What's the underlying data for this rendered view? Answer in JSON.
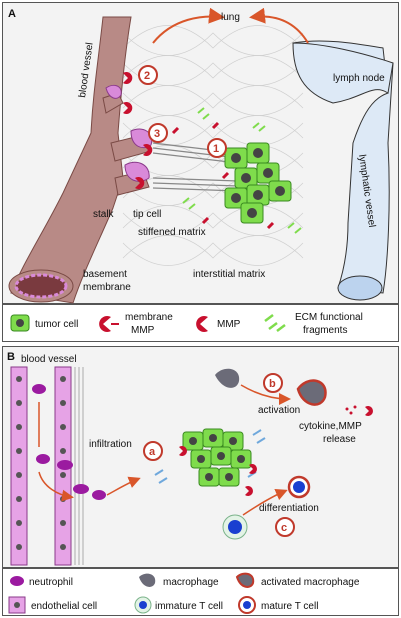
{
  "panelA": {
    "panel_letter": "A",
    "labels": {
      "lung": "lung",
      "blood_vessel": "blood vessel",
      "lymph_node": "lymph node",
      "lymphatic_vessel": "lymphatic vessel",
      "stalk": "stalk",
      "tip_cell": "tip cell",
      "stiffened_matrix": "stiffened matrix",
      "interstitial_matrix": "interstitial matrix",
      "basement_membrane_1": "basement",
      "basement_membrane_2": "membrane"
    },
    "steps": [
      "1",
      "2",
      "3"
    ]
  },
  "legendA": {
    "tumor_cell": "tumor cell",
    "membrane_mmp_1": "membrane",
    "membrane_mmp_2": "MMP",
    "mmp": "MMP",
    "ecm_1": "ECM functional",
    "ecm_2": "fragments"
  },
  "panelB": {
    "panel_letter": "B",
    "labels": {
      "blood_vessel": "blood vessel",
      "infiltration": "infiltration",
      "activation": "activation",
      "cytokine_1": "cytokine,MMP",
      "cytokine_2": "release",
      "differentiation": "differentiation"
    },
    "steps": [
      "a",
      "b",
      "c"
    ]
  },
  "legendB": {
    "neutrophil": "neutrophil",
    "macrophage": "macrophage",
    "activated_macrophage": "activated macrophage",
    "endothelial_cell": "endothelial cell",
    "immature_t": "immature T cell",
    "mature_t": "mature T cell"
  },
  "colors": {
    "vessel": "#b88a86",
    "vessel_dark": "#7a4a45",
    "lymph": "#dde9f6",
    "tumor": "#7fdc4c",
    "tumor_dark": "#3a8a20",
    "mmp_red": "#c8102e",
    "ecm_green": "#7fdc4c",
    "tip_cell": "#d98ad9",
    "arrow": "#d9562a",
    "endothelial": "#e6a3e6",
    "neutrophil": "#9b1aa0",
    "macrophage": "#6b6b78",
    "t_cell": "#1a3fd0",
    "circle_red": "#c0392b"
  }
}
